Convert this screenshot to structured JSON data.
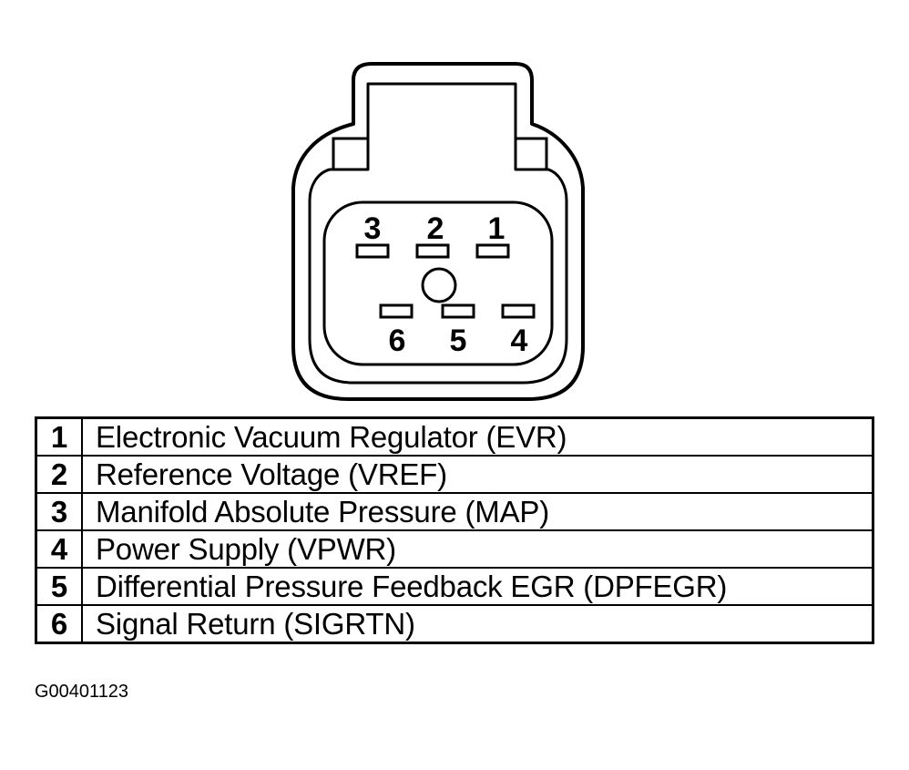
{
  "connector": {
    "pin_numbers": [
      "1",
      "2",
      "3",
      "4",
      "5",
      "6"
    ]
  },
  "pinout": [
    {
      "pin": "1",
      "description": "Electronic Vacuum Regulator (EVR)"
    },
    {
      "pin": "2",
      "description": "Reference Voltage (VREF)"
    },
    {
      "pin": "3",
      "description": "Manifold Absolute Pressure (MAP)"
    },
    {
      "pin": "4",
      "description": "Power Supply (VPWR)"
    },
    {
      "pin": "5",
      "description": "Differential Pressure Feedback EGR (DPFEGR)"
    },
    {
      "pin": "6",
      "description": "Signal Return (SIGRTN)"
    }
  ],
  "figure_id": "G00401123"
}
